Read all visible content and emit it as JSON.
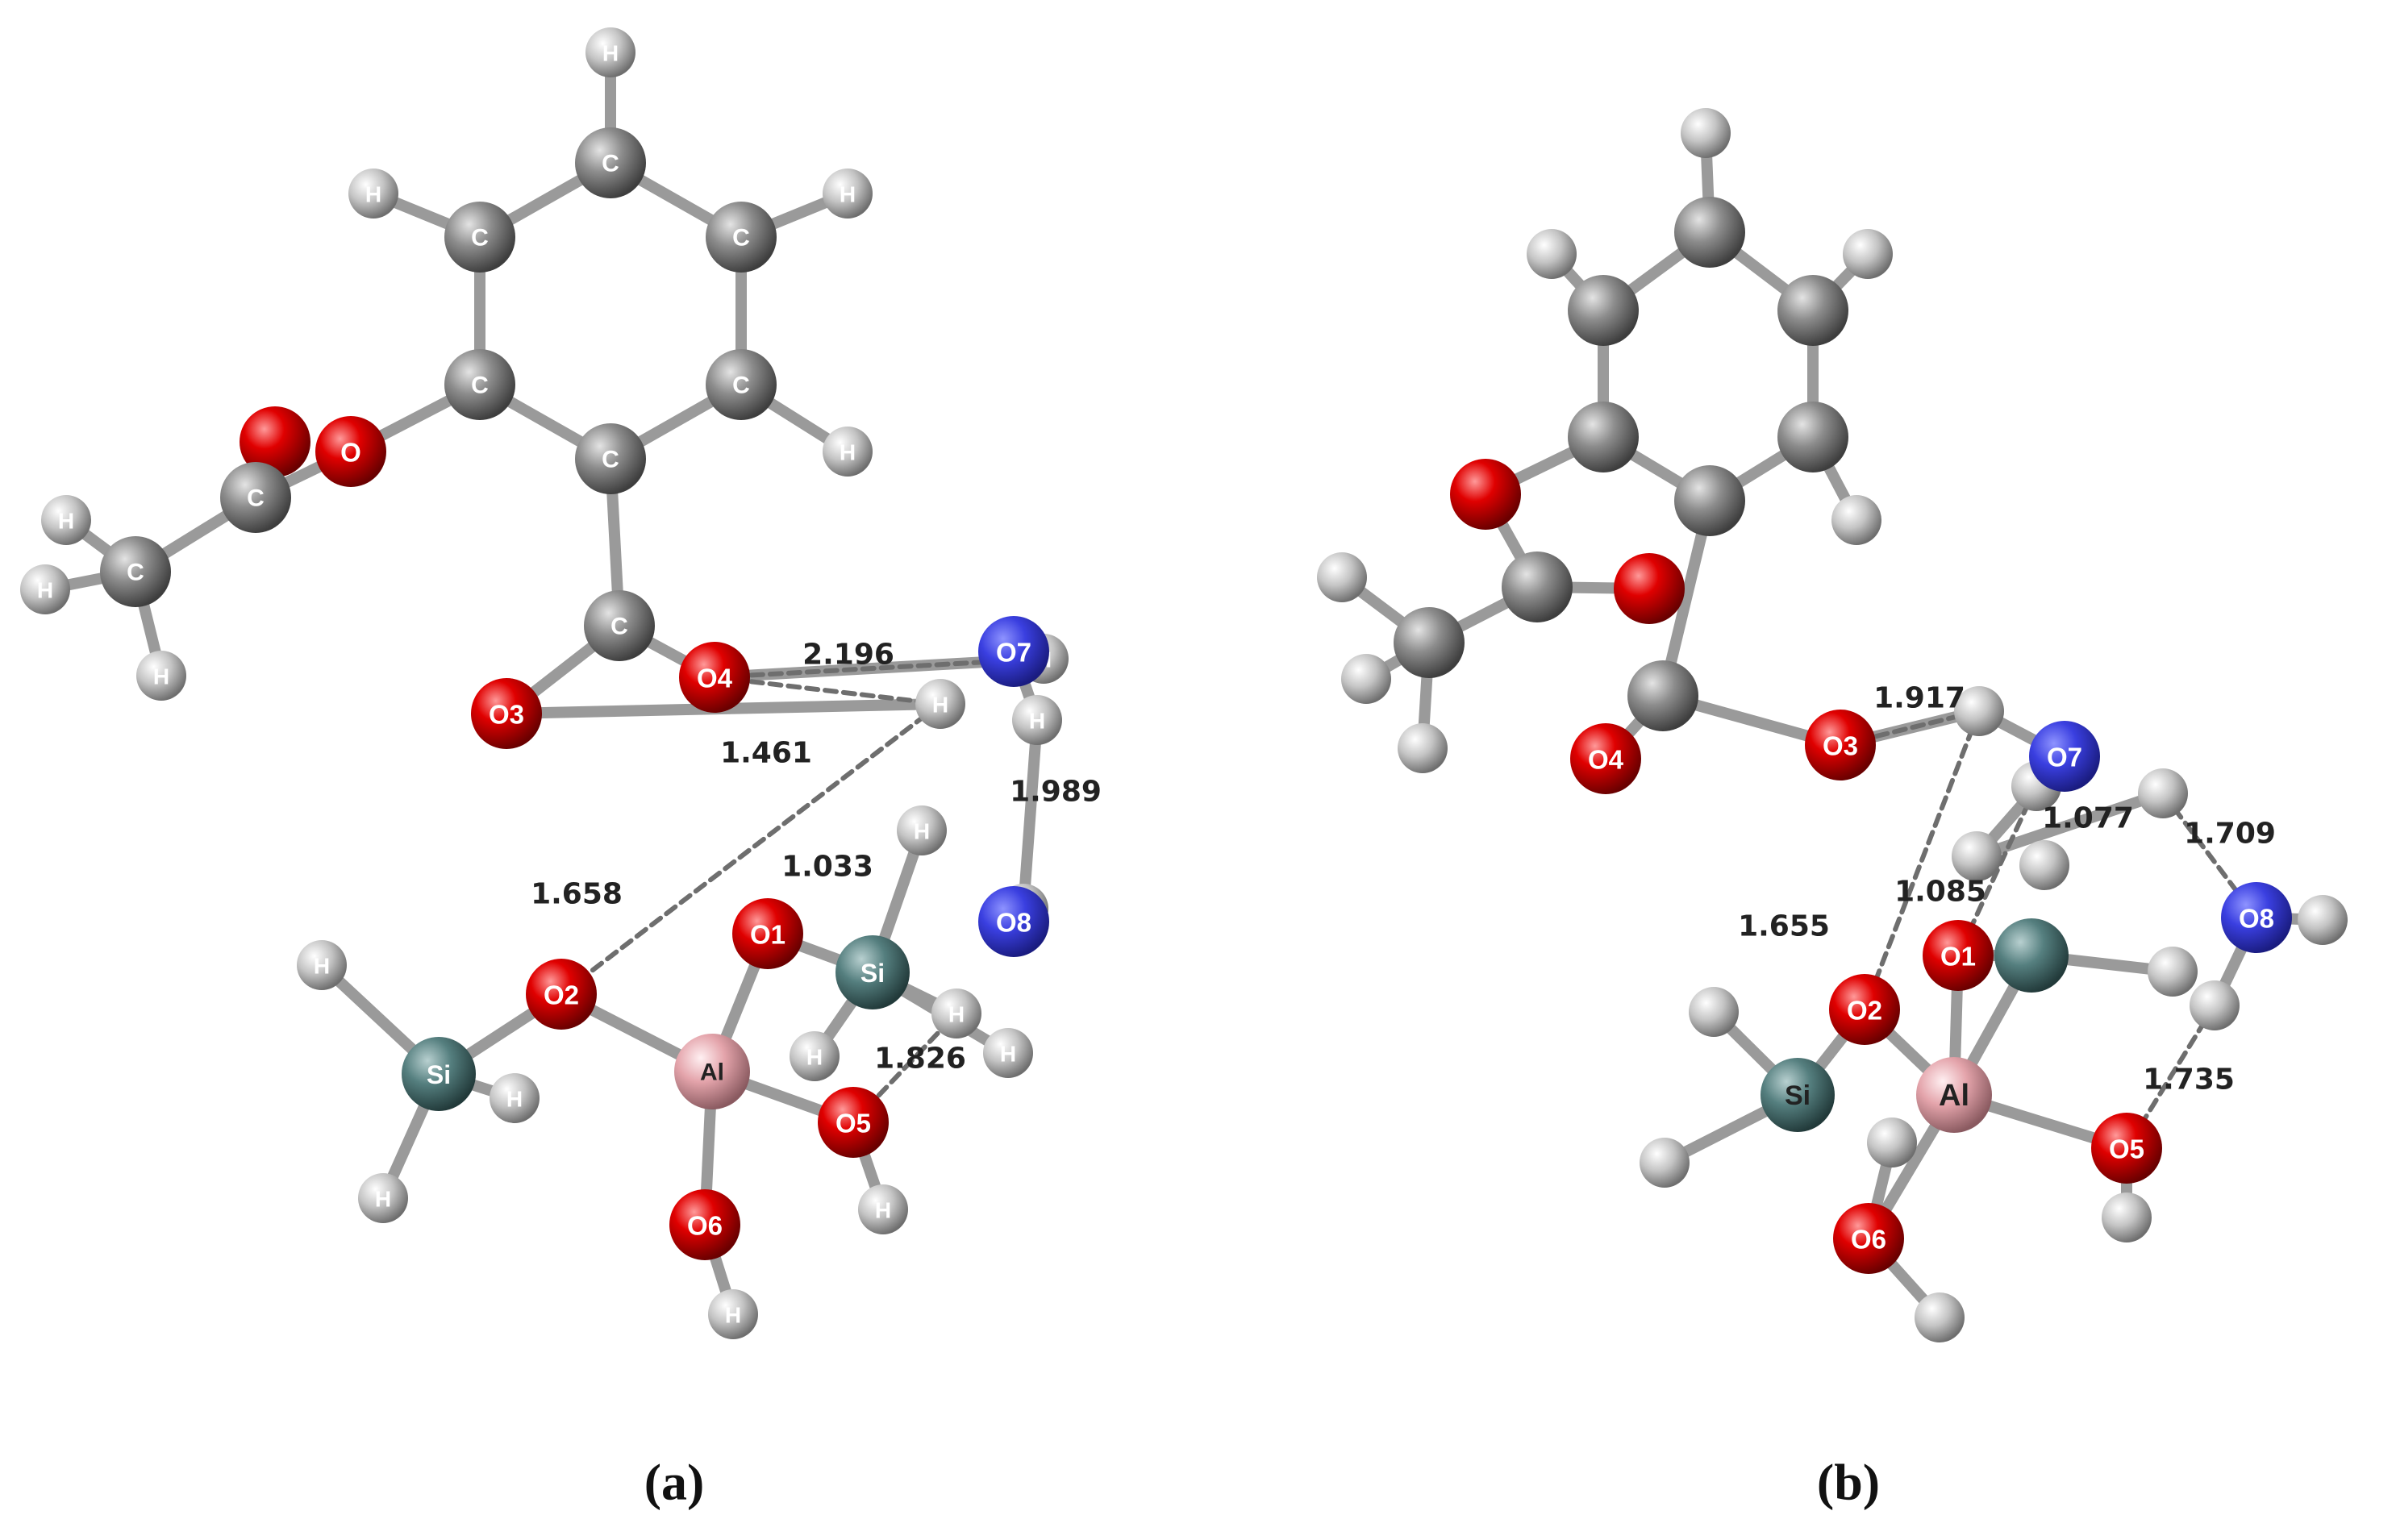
{
  "colors": {
    "carbon": "#7f7f7f",
    "hydrogen": "#cfcfcf",
    "oxygen": "#e00000",
    "water_oxygen": "#2e33d6",
    "silicon": "#4e7a7a",
    "aluminum": "#e8a9b0",
    "bond": "#9a9a9a",
    "hbond": "#6e6e6e"
  },
  "panels": [
    {
      "caption": "(a)",
      "atoms": [
        {
          "el": "C",
          "label": "C"
        },
        {
          "el": "C",
          "label": "C"
        },
        {
          "el": "C",
          "label": "C"
        },
        {
          "el": "C",
          "label": "C"
        },
        {
          "el": "C",
          "label": "C"
        },
        {
          "el": "C",
          "label": "C"
        },
        {
          "el": "H",
          "label": "H"
        },
        {
          "el": "H",
          "label": "H"
        },
        {
          "el": "H",
          "label": "H"
        },
        {
          "el": "H",
          "label": "H"
        },
        {
          "el": "O",
          "label": "O"
        },
        {
          "el": "O",
          "label": ""
        },
        {
          "el": "C",
          "label": "C"
        },
        {
          "el": "C",
          "label": "C"
        },
        {
          "el": "H",
          "label": "H"
        },
        {
          "el": "H",
          "label": "H"
        },
        {
          "el": "H",
          "label": "H"
        },
        {
          "el": "C",
          "label": "C"
        },
        {
          "el": "O",
          "label": "O3"
        },
        {
          "el": "O",
          "label": "O4"
        },
        {
          "el": "H",
          "label": "H"
        },
        {
          "el": "H",
          "label": "H"
        },
        {
          "el": "Ow",
          "label": "O7"
        },
        {
          "el": "H",
          "label": "H"
        },
        {
          "el": "H",
          "label": "H"
        },
        {
          "el": "Ow",
          "label": "O8"
        },
        {
          "el": "O",
          "label": "O1"
        },
        {
          "el": "Si",
          "label": "Si"
        },
        {
          "el": "H",
          "label": "H"
        },
        {
          "el": "H",
          "label": "H"
        },
        {
          "el": "H",
          "label": "H"
        },
        {
          "el": "H",
          "label": "H"
        },
        {
          "el": "O",
          "label": "O2"
        },
        {
          "el": "Al",
          "label": "Al"
        },
        {
          "el": "O",
          "label": "O5"
        },
        {
          "el": "H",
          "label": "H"
        },
        {
          "el": "O",
          "label": "O6"
        },
        {
          "el": "H",
          "label": "H"
        },
        {
          "el": "Si",
          "label": "Si"
        },
        {
          "el": "H",
          "label": "H"
        },
        {
          "el": "H",
          "label": "H"
        },
        {
          "el": "H",
          "label": "H"
        }
      ],
      "distances": [
        "2.196",
        "1.461",
        "1.989",
        "1.033",
        "1.658",
        "1.826"
      ]
    },
    {
      "caption": "(b)",
      "atoms": [
        {
          "el": "C",
          "label": ""
        },
        {
          "el": "C",
          "label": ""
        },
        {
          "el": "C",
          "label": ""
        },
        {
          "el": "C",
          "label": ""
        },
        {
          "el": "C",
          "label": ""
        },
        {
          "el": "C",
          "label": ""
        },
        {
          "el": "H",
          "label": ""
        },
        {
          "el": "H",
          "label": ""
        },
        {
          "el": "H",
          "label": ""
        },
        {
          "el": "H",
          "label": ""
        },
        {
          "el": "O",
          "label": ""
        },
        {
          "el": "C",
          "label": ""
        },
        {
          "el": "O",
          "label": ""
        },
        {
          "el": "C",
          "label": ""
        },
        {
          "el": "H",
          "label": ""
        },
        {
          "el": "H",
          "label": ""
        },
        {
          "el": "H",
          "label": ""
        },
        {
          "el": "C",
          "label": ""
        },
        {
          "el": "O",
          "label": "O4"
        },
        {
          "el": "O",
          "label": "O3"
        },
        {
          "el": "H",
          "label": ""
        },
        {
          "el": "H",
          "label": ""
        },
        {
          "el": "Ow",
          "label": "O7"
        },
        {
          "el": "H",
          "label": ""
        },
        {
          "el": "H",
          "label": ""
        },
        {
          "el": "H",
          "label": ""
        },
        {
          "el": "Ow",
          "label": "O8"
        },
        {
          "el": "H",
          "label": ""
        },
        {
          "el": "H",
          "label": ""
        },
        {
          "el": "O",
          "label": "O1"
        },
        {
          "el": "Si",
          "label": ""
        },
        {
          "el": "H",
          "label": ""
        },
        {
          "el": "O",
          "label": "O2"
        },
        {
          "el": "Si",
          "label": "Si"
        },
        {
          "el": "H",
          "label": ""
        },
        {
          "el": "H",
          "label": ""
        },
        {
          "el": "Al",
          "label": "Al"
        },
        {
          "el": "O",
          "label": "O5"
        },
        {
          "el": "H",
          "label": ""
        },
        {
          "el": "O",
          "label": "O6"
        },
        {
          "el": "H",
          "label": ""
        },
        {
          "el": "H",
          "label": ""
        }
      ],
      "distances": [
        "1.917",
        "1.077",
        "1.709",
        "1.085",
        "1.655",
        "1.735"
      ]
    }
  ]
}
